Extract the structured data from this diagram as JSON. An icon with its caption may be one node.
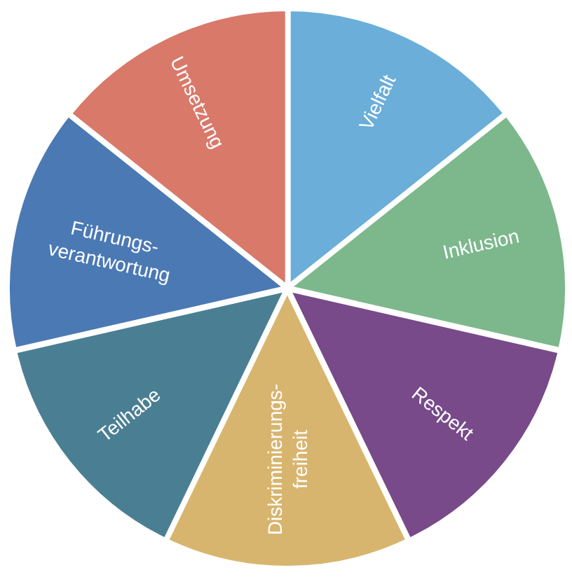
{
  "diagram": {
    "nodes": [
      {
        "text": [
          "Vielfalt"
        ]
      },
      {
        "text": [
          "Inklusion"
        ]
      },
      {
        "text": [
          "Respekt"
        ]
      },
      {
        "text": [
          "Diskriminierungs- freiheit"
        ]
      },
      {
        "text": [
          "Teilhabe"
        ]
      },
      {
        "text": [
          "Führungs- verantwortung"
        ]
      },
      {
        "text": [
          "Umsetzung"
        ]
      }
    ]
  }
}
